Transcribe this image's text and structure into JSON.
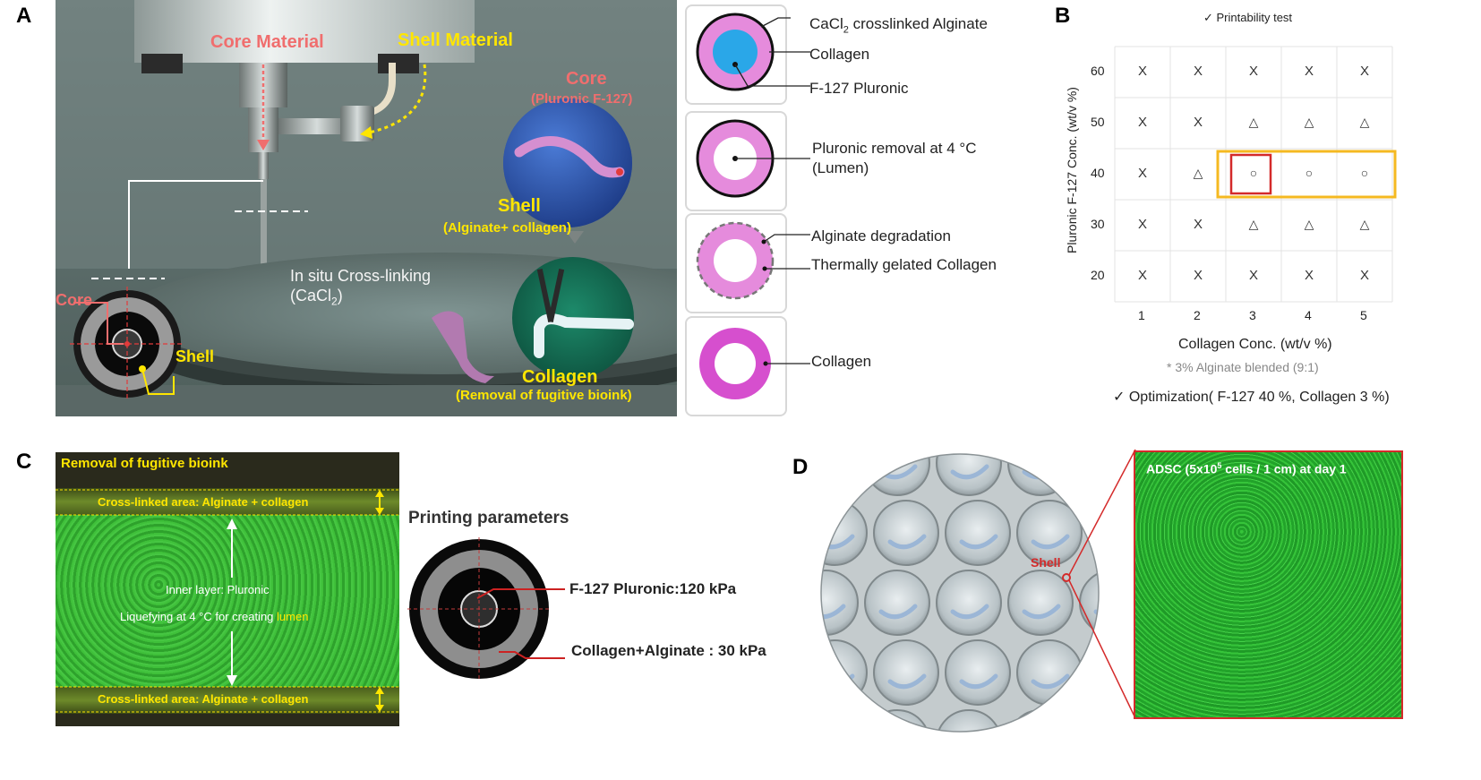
{
  "panels": {
    "A": {
      "label": "A",
      "core_material": "Core Material",
      "shell_material": "Shell Material",
      "core_title": "Core",
      "core_sub": "(Pluronic F-127)",
      "shell_title": "Shell",
      "shell_sub": "(Alginate+ collagen)",
      "insitu_line1": "In situ Cross-linking",
      "insitu_line2": "(CaCl",
      "insitu_sub": "2",
      "insitu_end": ")",
      "core_left": "Core",
      "shell_left": "Shell",
      "collagen_title": "Collagen",
      "collagen_sub": "(Removal of fugitive bioink)",
      "legend": {
        "cacl2_pre": "CaCl",
        "cacl2_sub": "2",
        "cacl2_post": " crosslinked Alginate",
        "collagen1": "Collagen",
        "f127": "F-127 Pluronic",
        "removal_l1": "Pluronic removal at 4 °C",
        "removal_l2": "(Lumen)",
        "alg_degr": "Alginate degradation",
        "thermal": "Thermally gelated Collagen",
        "collagen2": "Collagen"
      },
      "colors": {
        "pink": "#e58bdc",
        "blue": "#2aa7e8",
        "dark": "#111111"
      }
    },
    "B": {
      "label": "B",
      "title": "✓  Printability test",
      "ylabel": "Pluronic F-127 Conc. (wt/v %)",
      "xlabel": "Collagen Conc. (wt/v %)",
      "note": "* 3% Alginate blended (9:1)",
      "optimization": "✓  Optimization( F-127 40 %, Collagen 3 %)",
      "y_ticks": [
        "60",
        "50",
        "40",
        "30",
        "20"
      ],
      "x_ticks": [
        "1",
        "2",
        "3",
        "4",
        "5"
      ],
      "grid": [
        [
          "X",
          "X",
          "X",
          "X",
          "X"
        ],
        [
          "X",
          "X",
          "△",
          "△",
          "△"
        ],
        [
          "X",
          "△",
          "○",
          "○",
          "○"
        ],
        [
          "X",
          "X",
          "△",
          "△",
          "△"
        ],
        [
          "X",
          "X",
          "X",
          "X",
          "X"
        ]
      ],
      "colors": {
        "orange": "#f5b921",
        "red": "#d42a2a"
      }
    },
    "C": {
      "label": "C",
      "removal": "Removal of fugitive bioink",
      "crosslinked_top": "Cross-linked area: Alginate + collagen",
      "inner_l1": "Inner layer: Pluronic",
      "inner_l2a": "Liquefying at 4 °C for creating ",
      "inner_l2b": "lumen",
      "crosslinked_bottom": "Cross-linked area: Alginate + collagen",
      "printing": "Printing parameters",
      "f127_pressure": "F-127 Pluronic:120 kPa",
      "collagen_pressure": "Collagen+Alginate : 30 kPa"
    },
    "D": {
      "label": "D",
      "shell": "Shell",
      "adsc_pre": "ADSC (5x10",
      "adsc_sup": "5",
      "adsc_post": " cells  / 1 cm) at day 1"
    }
  }
}
